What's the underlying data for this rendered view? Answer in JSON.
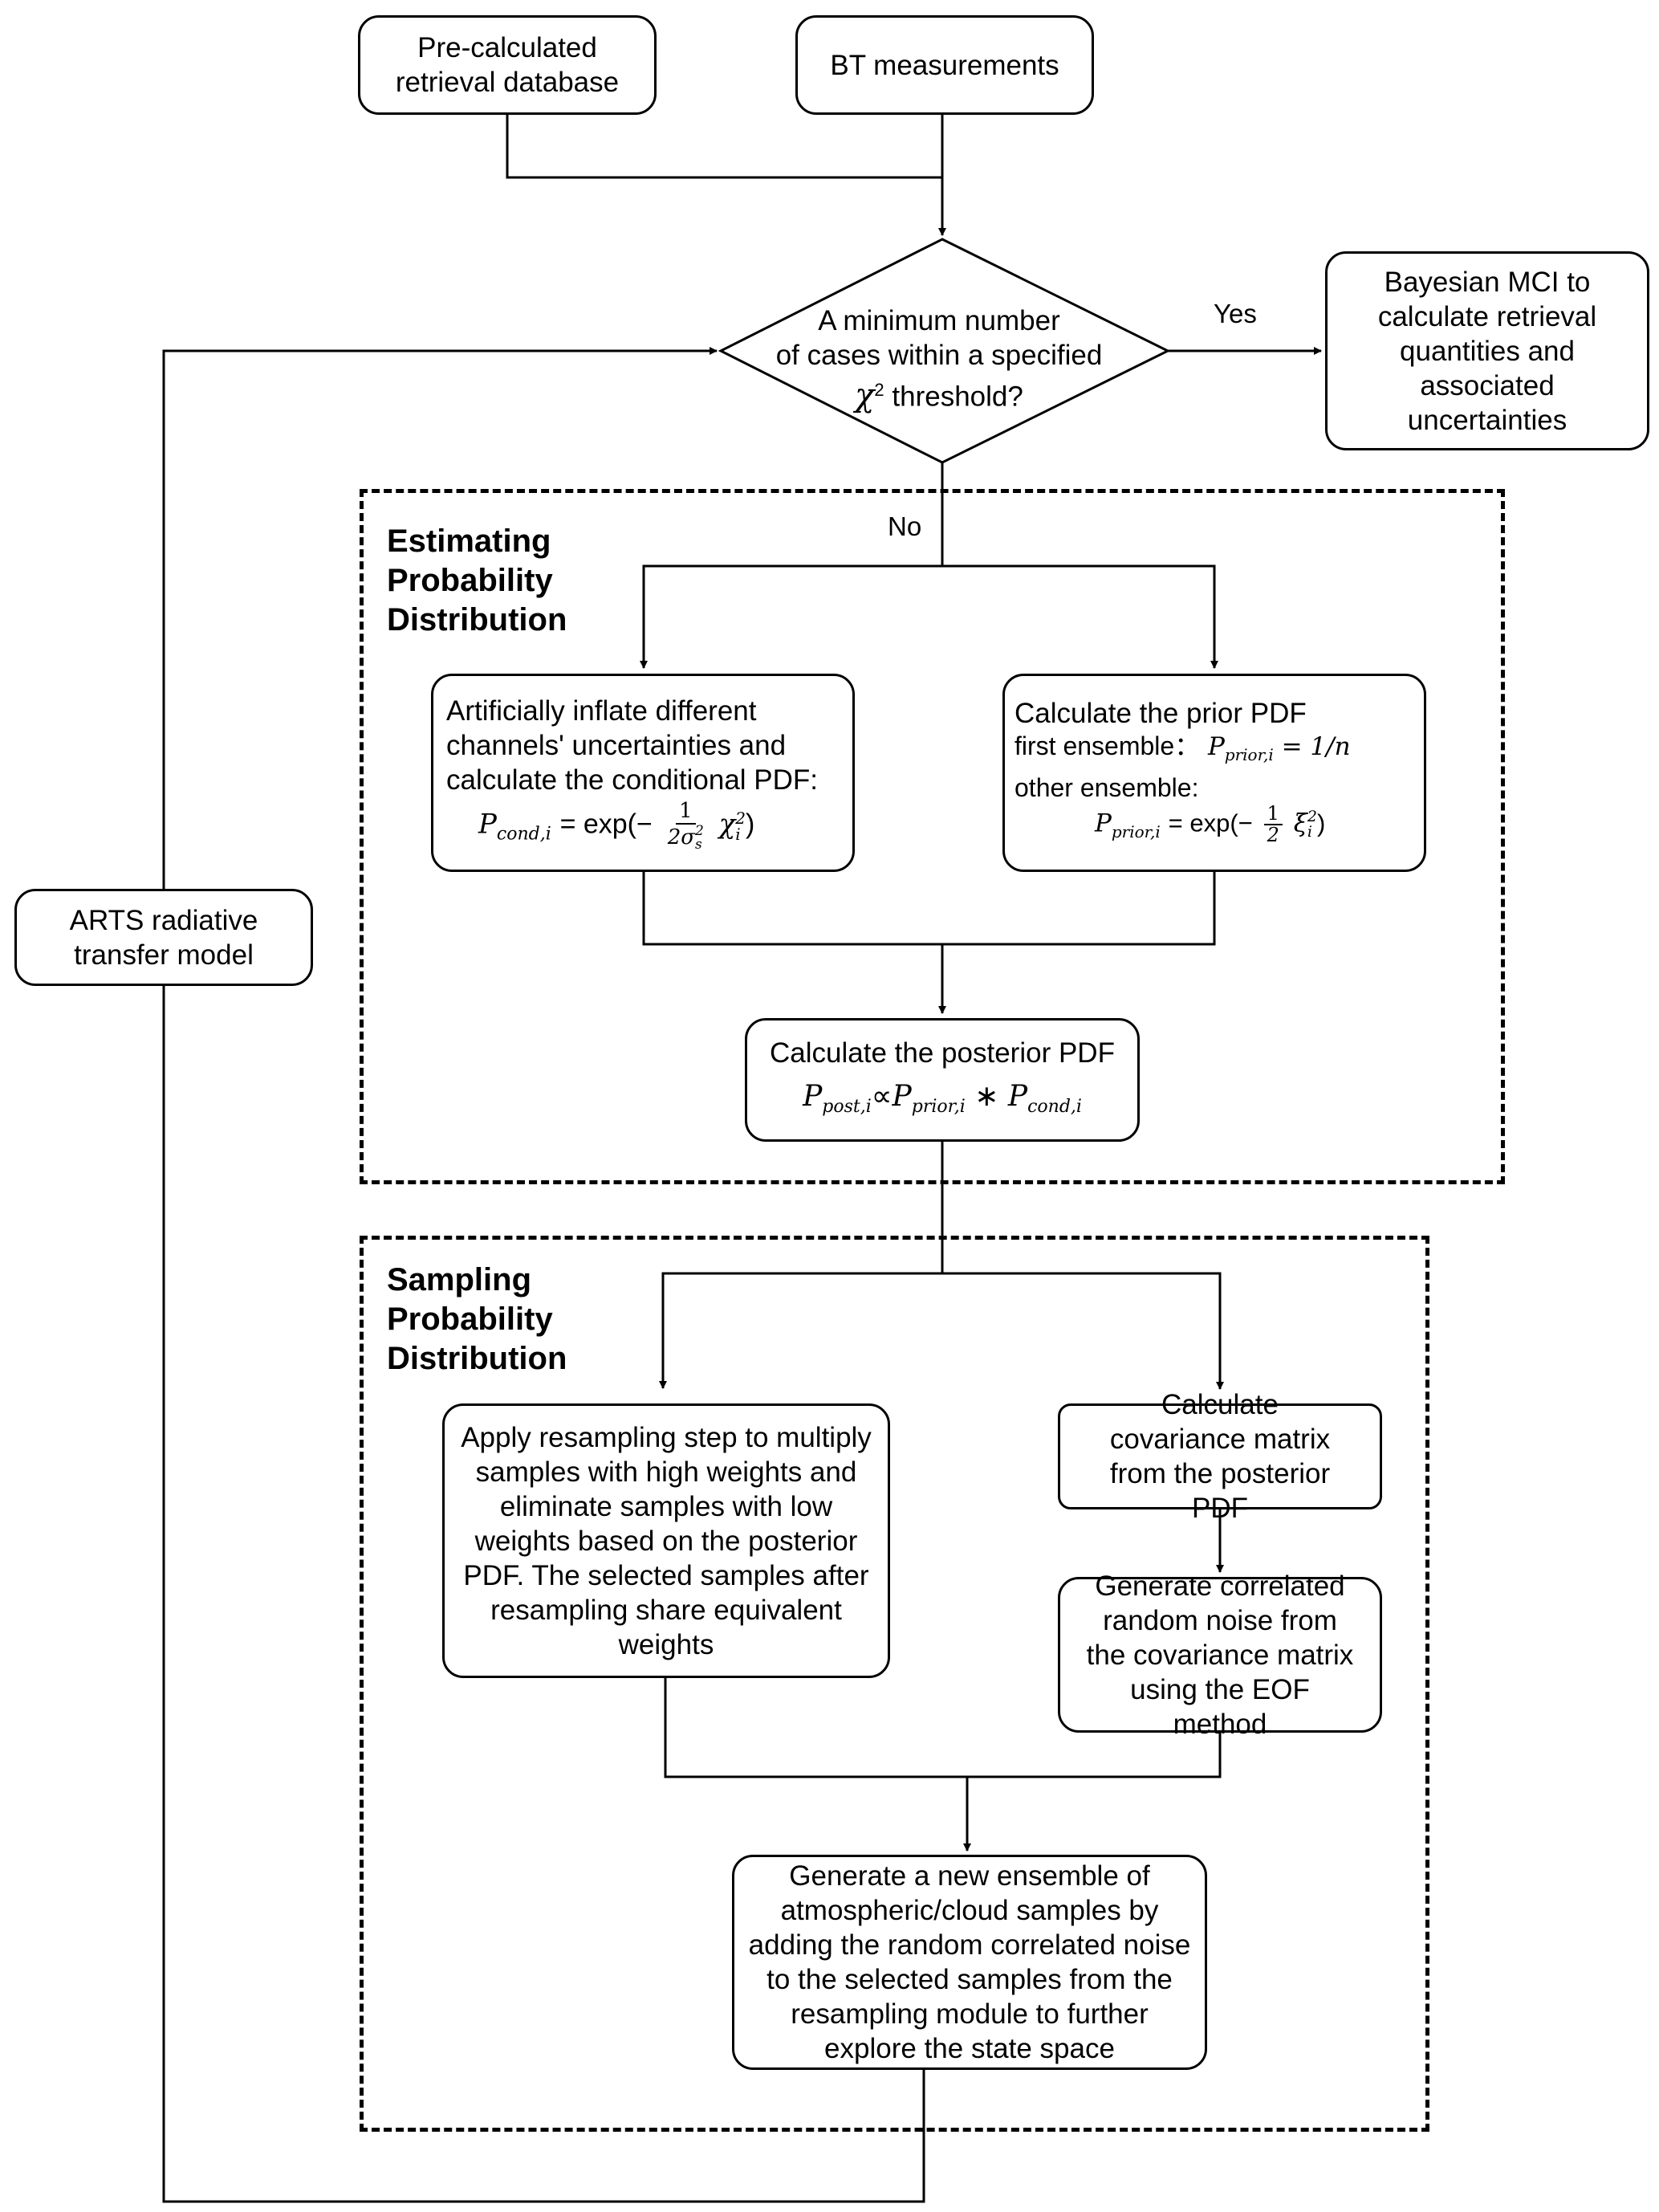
{
  "nodes": {
    "database": "Pre-calculated retrieval database",
    "bt": "BT measurements",
    "decision": {
      "line1": "A minimum number",
      "line2": "of cases within a specified",
      "chi_symbol": "χ",
      "chi_exp": "2",
      "line3_suffix": "threshold?"
    },
    "mci": "Bayesian MCI to calculate retrieval quantities and associated uncertainties",
    "arts": "ARTS radiative transfer model",
    "conditional": {
      "text": "Artificially inflate different channels' uncertainties and calculate the conditional PDF:",
      "lhs": "P",
      "lhs_sub": "cond,i",
      "eq": "= exp(−",
      "num": "1",
      "den": "2σ",
      "den_sup": "2",
      "den_sub": "s",
      "rhs": "χ",
      "rhs_sup": "2",
      "rhs_sub": "i",
      "close": ")"
    },
    "prior": {
      "title": "Calculate the prior PDF",
      "first_label": "first ensemble：",
      "first_lhs": "P",
      "first_sub": "prior,i",
      "first_rhs": "= 1/n",
      "other_label": "other ensemble:",
      "other_lhs": "P",
      "other_sub": "prior,i",
      "other_eq": "= exp(−",
      "num": "1",
      "den": "2",
      "rhs": "ξ",
      "rhs_sup": "2",
      "rhs_sub": "i",
      "close": ")"
    },
    "posterior": {
      "title": "Calculate the posterior PDF",
      "p1": "P",
      "p1_sub": "post,i",
      "prop": "∝",
      "p2": "P",
      "p2_sub": "prior,i",
      "times": "∗",
      "p3": "P",
      "p3_sub": "cond,i"
    },
    "resample": "Apply resampling step to multiply samples with high weights and eliminate samples with low weights based on the posterior PDF. The selected samples after resampling share equivalent weights",
    "covariance": "Calculate covariance matrix from the posterior PDF",
    "noise": "Generate correlated random noise from the covariance matrix using the EOF method",
    "ensemble": "Generate a new ensemble of atmospheric/cloud samples by adding the random correlated noise to the selected samples from the resampling module to further explore the state space"
  },
  "sections": {
    "estimating": [
      "Estimating",
      "Probability",
      "Distribution"
    ],
    "sampling": [
      "Sampling",
      "Probability",
      "Distribution"
    ]
  },
  "edge_labels": {
    "yes": "Yes",
    "no": "No"
  }
}
